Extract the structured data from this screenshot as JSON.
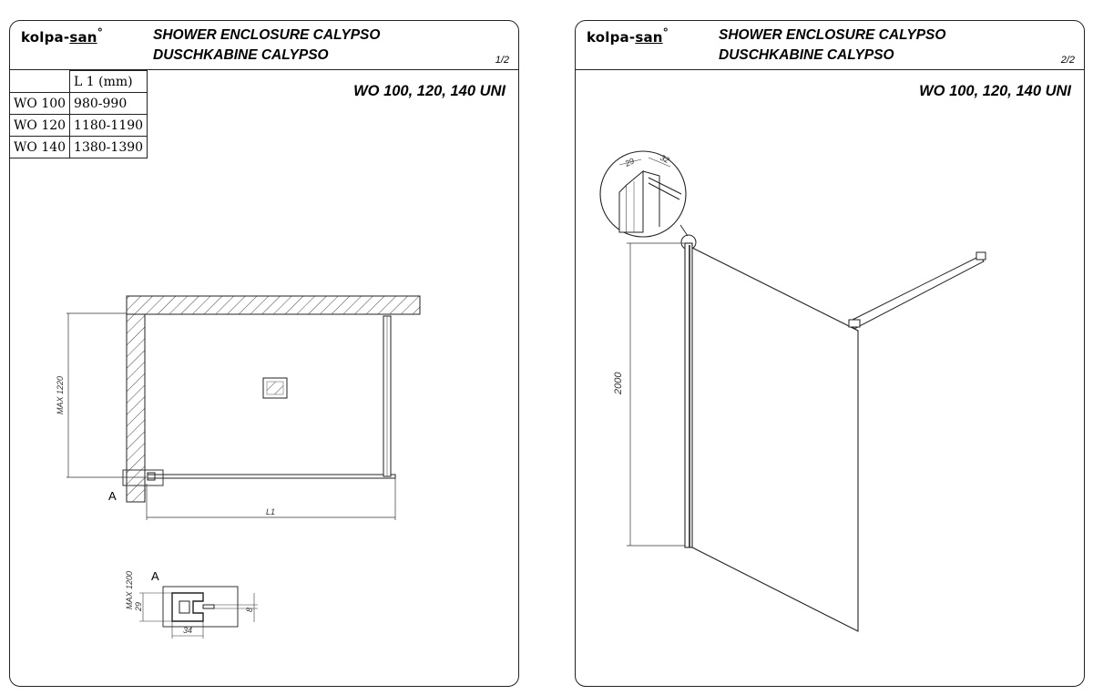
{
  "brand": {
    "name_a": "kolpa-",
    "name_b": "san",
    "mark": "°"
  },
  "title_en": "SHOWER ENCLOSURE CALYPSO",
  "title_de": "DUSCHKABINE CALYPSO",
  "model": "WO 100, 120, 140  UNI",
  "pages": [
    "1/2",
    "2/2"
  ],
  "sizes_table": {
    "header": "L 1 (mm)",
    "rows": [
      {
        "model": "WO 100",
        "value": "980-990"
      },
      {
        "model": "WO 120",
        "value": "1180-1190"
      },
      {
        "model": "WO 140",
        "value": "1380-1390"
      }
    ]
  },
  "plan": {
    "depth_label": "MAX 1220",
    "width_label": "L1",
    "detail_ref": "A"
  },
  "detail": {
    "ref": "A",
    "max_label": "MAX 1200",
    "h_label": "29",
    "w_label": "34",
    "gap_label": "8"
  },
  "iso": {
    "height_label": "2000",
    "profile_w1": "29",
    "profile_w2": "32"
  }
}
